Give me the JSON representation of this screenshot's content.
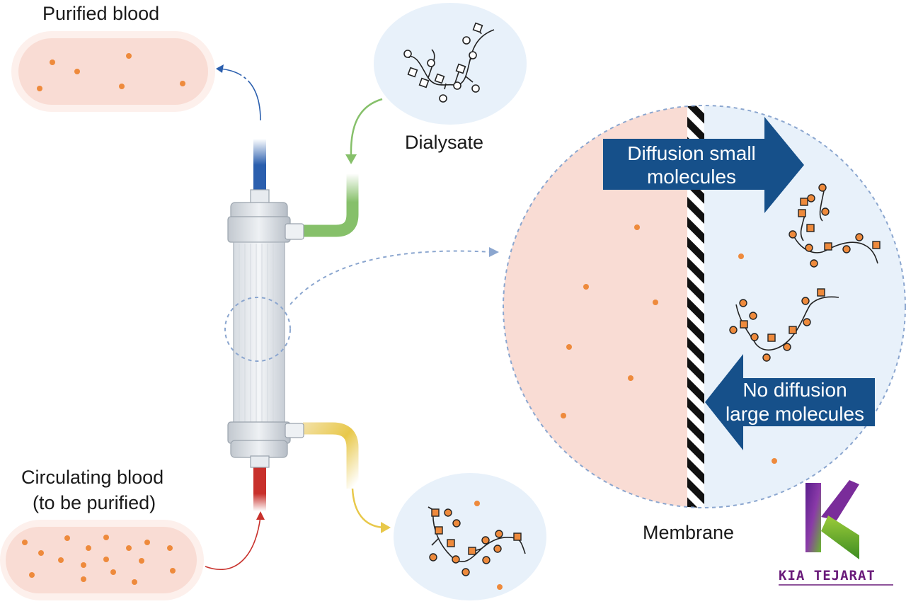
{
  "labels": {
    "purified_blood": "Purified blood",
    "dialysate": "Dialysate",
    "circulating_blood_line1": "Circulating blood",
    "circulating_blood_line2": "(to be purified)",
    "membrane": "Membrane",
    "diffusion_small_line1": "Diffusion small",
    "diffusion_small_line2": "molecules",
    "no_diffusion_line1": "No diffusion",
    "no_diffusion_line2": "large molecules"
  },
  "logo": {
    "text": "KIA TEJARAT"
  },
  "colors": {
    "blood_fill": "#f9dcd4",
    "blood_outer": "#fdf0ec",
    "solute_dot": "#ee8a3c",
    "dialysate_fill": "#e8f1fa",
    "arrow_blue": "#16508a",
    "purified_tube": "#2b5fae",
    "dialysate_tube": "#86c06a",
    "waste_tube": "#e8c84a",
    "circulating_tube": "#c8302b",
    "dash_line": "#8ba6cf"
  }
}
